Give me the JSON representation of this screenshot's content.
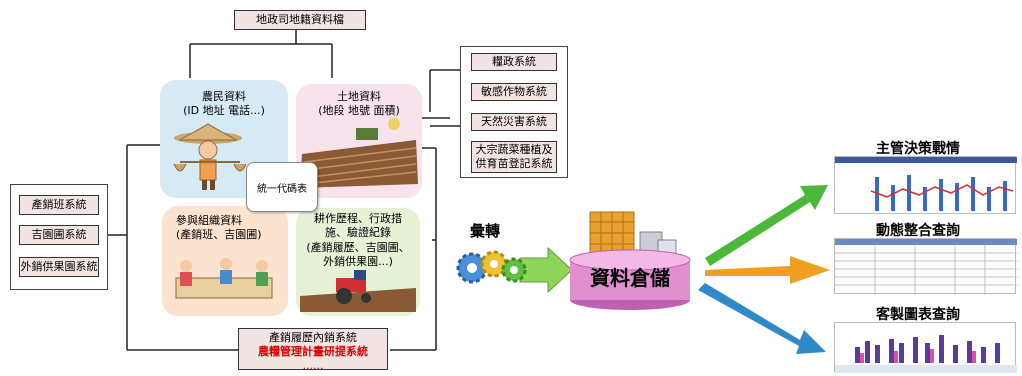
{
  "top_source": "地政司地籍資料檔",
  "right_systems": [
    "糧政系統",
    "敏感作物系統",
    "天然災害系統",
    "大宗蔬菜種植及\n供育苗登記系統"
  ],
  "left_systems": [
    "產銷班系統",
    "吉園圃系統",
    "外銷供果園系統"
  ],
  "quadrants": {
    "farmer": "農民資料\n(ID 地址 電話...)",
    "land": "土地資料\n(地段 地號 面積)",
    "org": "參與組織資料\n(產銷班、吉園圃)",
    "farming": "耕作歷程、行政措\n施、驗證紀錄\n(產銷履歷、吉園圃、\n外銷供果園...)"
  },
  "center_label": "統一代碼表",
  "bottom_box": {
    "line1": "產銷履歷內銷系統",
    "line2": "農糧管理計畫研提系統",
    "line3": "......"
  },
  "transfer_label": "彙轉",
  "warehouse_label": "資料倉儲",
  "outputs": [
    "主管決策戰情",
    "動態整合查詢",
    "客製圖表查詢"
  ],
  "colors": {
    "box_fill": "#f3e4e4",
    "farmer_quad": "#d6eaf5",
    "land_quad": "#f7e3ec",
    "org_quad": "#fbe3cf",
    "farming_quad": "#e6f1d6",
    "warehouse": "#e28fd0",
    "highlight_red": "#e00000"
  }
}
